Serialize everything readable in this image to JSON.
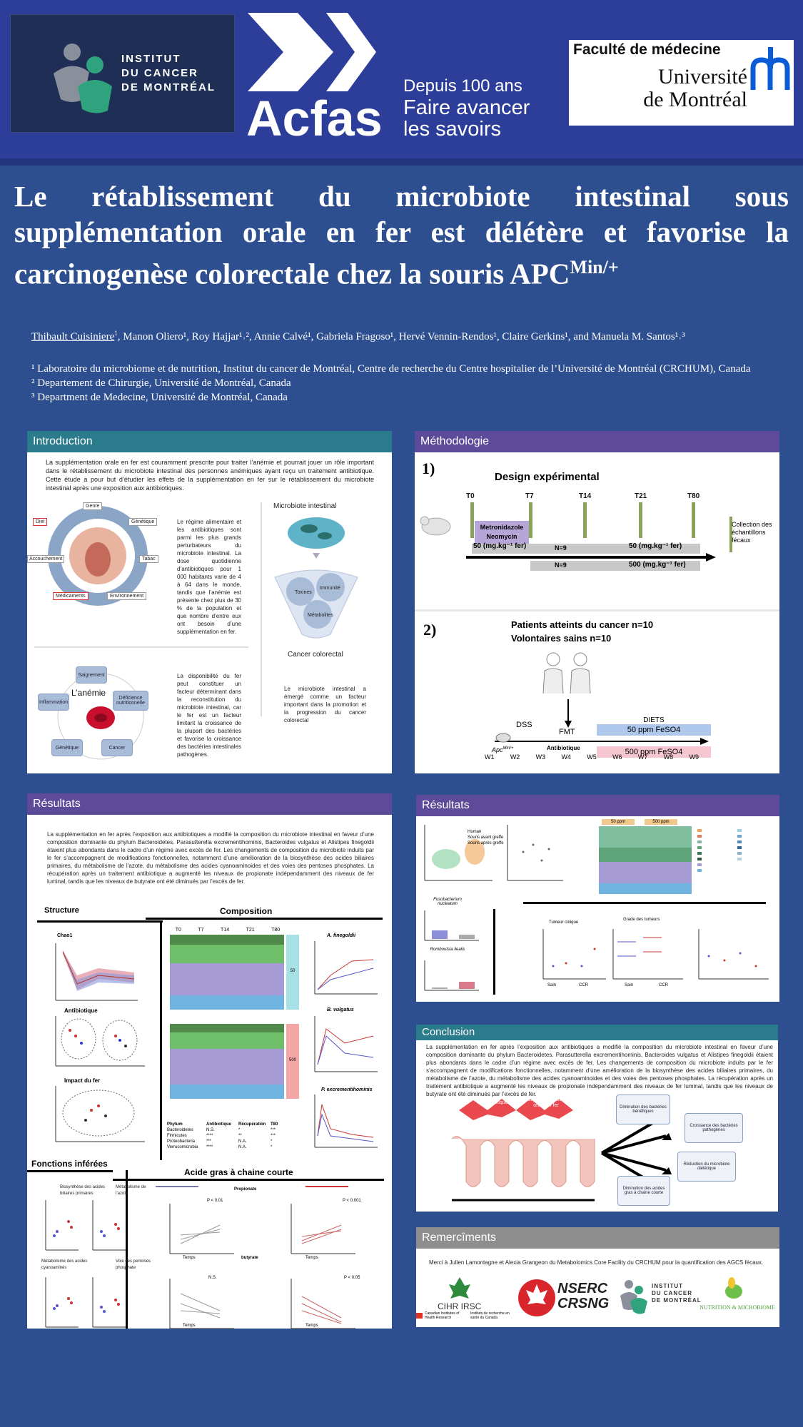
{
  "header": {
    "icm_text": [
      "INSTITUT",
      "DU CANCER",
      "DE MONTRÉAL"
    ],
    "acfas_name": "Acfas",
    "acfas_tagline": [
      "Depuis 100 ans",
      "Faire avancer",
      "les savoirs"
    ],
    "udem_faculty": "Faculté de médecine",
    "udem_name": [
      "Université",
      "de Montréal"
    ]
  },
  "title": "Le rétablissement du microbiote intestinal sous supplémentation orale en fer est délétère et favorise la carcinogenèse colorectale chez la souris APC",
  "title_sup": "Min/+",
  "authors": {
    "first": "Thibault Cuisiniere",
    "first_sup": "1",
    "rest": ", Manon Oliero¹, Roy Hajjar¹˒², Annie Calvé¹, Gabriela Fragoso¹, Hervé Vennin-Rendos¹, Claire Gerkins¹, and Manuela M. Santos¹˒³"
  },
  "affiliations": [
    "¹ Laboratoire du microbiome et de nutrition, Institut du cancer de Montréal, Centre de recherche du Centre hospitalier de l’Université de Montréal (CRCHUM), Canada",
    "² Departement de Chirurgie, Université de Montréal, Canada",
    "³ Department de Medecine, Université de Montréal, Canada"
  ],
  "introduction": {
    "header": "Introduction",
    "lead": "La supplémentation orale en fer est couramment prescrite pour traiter l’anémie et pourrait jouer un rôle important dans le rétablissement du microbiote intestinal des personnes anémiques ayant reçu un traitement antibiotique. Cette étude a pour but d’étudier les effets de la supplémentation en fer sur le rétablissement du microbiote intestinal après une exposition aux antibiotiques.",
    "wheel_labels": [
      "Genre",
      "Génétique",
      "Diet",
      "Tabac",
      "Accouchement",
      "Médicaments",
      "Environnement"
    ],
    "text1": "Le régime alimentaire et les antibiotiques sont parmi les plus grands perturbateurs du microbiote intestinal. La dose quotidienne d’antibiotiques pour 1 000 habitants varie de 4 à 64 dans le monde, tandis que l’anémie est présente chez plus de 30 % de la population et que nombre d’entre eux ont besoin d’une supplémentation en fer.",
    "microbiote_title": "Microbiote intestinal",
    "funnel_labels": [
      "Toxines",
      "Immunité",
      "Métabolites"
    ],
    "cancer_label": "Cancer colorectal",
    "anemia_title": "L’anémie",
    "anemia_boxes": [
      "Saignement",
      "Inflammation",
      "Déficience nutritionnelle",
      "Génétique",
      "Cancer"
    ],
    "text2": "La disponibilité du fer peut constituer un facteur déterminant dans la reconstitution du microbiote intestinal, car le fer est un facteur limitant la croissance de la plupart des bactéries et favorise la croissance des bactéries intestinales pathogènes.",
    "text3": "Le microbiote intestinal a émergé comme un facteur important dans la promotion et la progression du cancer colorectal"
  },
  "methodologie": {
    "header": "Méthodologie",
    "num1": "1)",
    "design_title": "Design expérimental",
    "timepoints": [
      "T0",
      "T7",
      "T14",
      "T21",
      "T80"
    ],
    "antibiotic": [
      "Metronidazole",
      "Neomycin"
    ],
    "dose_low": "50 (mg.kg⁻¹ fer)",
    "n_low": "N=9",
    "dose_low2": "50 (mg.kg⁻¹ fer)",
    "n_high": "N=9",
    "dose_high": "500 (mg.kg⁻¹ fer)",
    "collection": "Collection des échantillons fécaux",
    "num2": "2)",
    "patients": "Patients atteints du cancer n=10",
    "volunteers": "Volontaires sains n=10",
    "dss": "DSS",
    "fmt": "FMT",
    "antibiotique": "Antibiotique",
    "apc": "Apc",
    "apc_sup": "Min/+",
    "diets": "DIETS",
    "diet_low": "50 ppm FeSO4",
    "diet_high": "500 ppm FeSO4",
    "weeks": [
      "W1",
      "W2",
      "W3",
      "W4",
      "W5",
      "W6",
      "W7",
      "W8",
      "W9"
    ]
  },
  "resultats1": {
    "header": "Résultats",
    "text": "La supplémentation en fer après l’exposition aux antibiotiques a modifié la composition du microbiote intestinal en faveur d’une composition dominante du phylum Bacteroidetes. Parasutterella excrementihominis, Bacteroides vulgatus et Alistipes finegoldii étaient plus abondants dans le cadre d’un régime avec excès de fer. Les changements de composition du microbiote induits par le fer s’accompagnent de modifications fonctionnelles, notamment d’une amélioration de la biosynthèse des acides biliaires primaires, du métabolisme de l’azote, du métabolisme des acides cyanoaminoides et des voies des pentoses phosphates. La récupération après un traitement antibiotique a augmenté les niveaux de propionate indépendamment des niveaux de fer luminal, tandis que les niveaux de butyrate ont été diminués par l’excès de fer.",
    "structure": "Structure",
    "composition": "Composition",
    "chao1": "Chao1",
    "antibiotique": "Antibiotique",
    "impact": "Impact du fer",
    "timepoints": [
      "T0",
      "T7",
      "T14",
      "T21",
      "T80"
    ],
    "dose50": "50",
    "dose500": "500",
    "a_finegoldii": "A. finegoldii",
    "b_vulgatus": "B. vulgatus",
    "p_excrementihominis": "P. excrementihominis",
    "fonctions": "Fonctions inférées",
    "acides_gras": "Acide gras à chaine courte",
    "functions": [
      "Biosynthèse des acides biliaires primaires",
      "Métabolisme de l’azote",
      "Métabolisme des acides cyanoaminés",
      "Voie des pentoses phosphate"
    ],
    "propionate": "Propionate",
    "butyrate": "butyrate",
    "temps": "Temps",
    "p_labels": [
      "P < 0.01",
      "P < 0.001",
      "N.S.",
      "P < 0.05"
    ],
    "table_header": [
      "Phylum",
      "Antibiotique",
      "Récupération",
      "T80"
    ],
    "table_rows": [
      [
        "Bacteroidetes",
        "N.S.",
        "*",
        "***"
      ],
      [
        "Firmicutes",
        "****",
        "**",
        "***"
      ],
      [
        "Proteobacteria",
        "***",
        "N.A.",
        "*"
      ],
      [
        "Verrucomicrobia",
        "****",
        "N.A.",
        "*"
      ]
    ]
  },
  "resultats2": {
    "header": "Résultats",
    "labels": [
      "Human",
      "Souris avant greffe",
      "Souris après greffe"
    ],
    "fusobacterium": "Fusobacterium nucleatum",
    "romboutsia": "Romboutsia ilealis",
    "tumeur": "Tumeur colique",
    "grade": "Grade des tumeurs",
    "soc": "Sain",
    "ccr": "CCR",
    "cy_cols": [
      "50 ppm",
      "500 ppm"
    ]
  },
  "conclusion": {
    "header": "Conclusion",
    "text": "La supplémentation en fer après l’exposition aux antibiotiques a modifié la composition du microbiote intestinal en faveur d’une composition dominante du phylum Bacteroidetes. Parasutterella excrementihominis, Bacteroides vulgatus et Alistipes finegoldii étaient plus abondants dans le cadre d’un régime avec excès de fer. Les changements de composition du microbiote induits par le fer s’accompagnent de modifications fonctionnelles, notamment d’une amélioration de la biosynthèse des acides biliaires primaires, du métabolisme de l’azote, du métabolisme des acides cyanoaminoides et des voies des pentoses phosphates. La récupération après un traitement antibiotique a augmenté les niveaux de propionate indépendamment des niveaux de fer luminal, tandis que les niveaux de butyrate ont été diminués par l’excès de fer.",
    "burst1": "Antibiotique",
    "burst2": "Supplémentation orale en fer",
    "outcomes": [
      "Diminution des bactéries bénéfiques",
      "Croissance des bactéries pathogènes",
      "Réduction du microbiote diététique",
      "Diminution des acides gras à chaine courte"
    ]
  },
  "remerciements": {
    "header": "Remercîments",
    "text": "Merci à Julien Lamontagne et Alexia Grangeon du Metabolomics Core Facility du CRCHUM pour la quantification des AGCS fécaux.",
    "cihr": "CIHR IRSC",
    "cihr_sub": [
      "Canadian Institutes of Health Research",
      "Instituts de recherche en santé du Canada"
    ],
    "nserc": [
      "NSERC",
      "CRSNG"
    ],
    "icm": [
      "INSTITUT",
      "DU CANCER",
      "DE MONTRÉAL"
    ],
    "nutrition": "NUTRITION & MICROBIOME"
  }
}
